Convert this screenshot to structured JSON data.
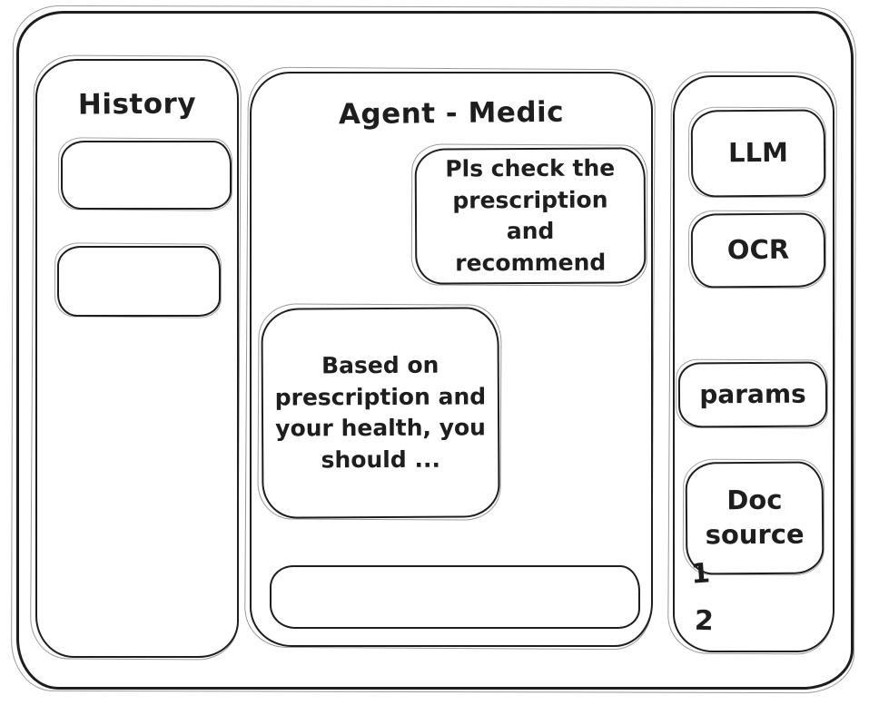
{
  "colors": {
    "ink": "#1e1e1e",
    "background": "#ffffff"
  },
  "history_panel": {
    "title": "History"
  },
  "chat_panel": {
    "title": "Agent - Medic",
    "user_message": "Pls check the prescription and recommend",
    "assistant_message": "Based on prescription and your health, you should ...",
    "input_value": ""
  },
  "tools_panel": {
    "buttons": [
      {
        "label": "LLM"
      },
      {
        "label": "OCR"
      },
      {
        "label": "params"
      },
      {
        "label": "Doc source"
      }
    ],
    "doc_source_items": [
      "1",
      "2"
    ]
  }
}
